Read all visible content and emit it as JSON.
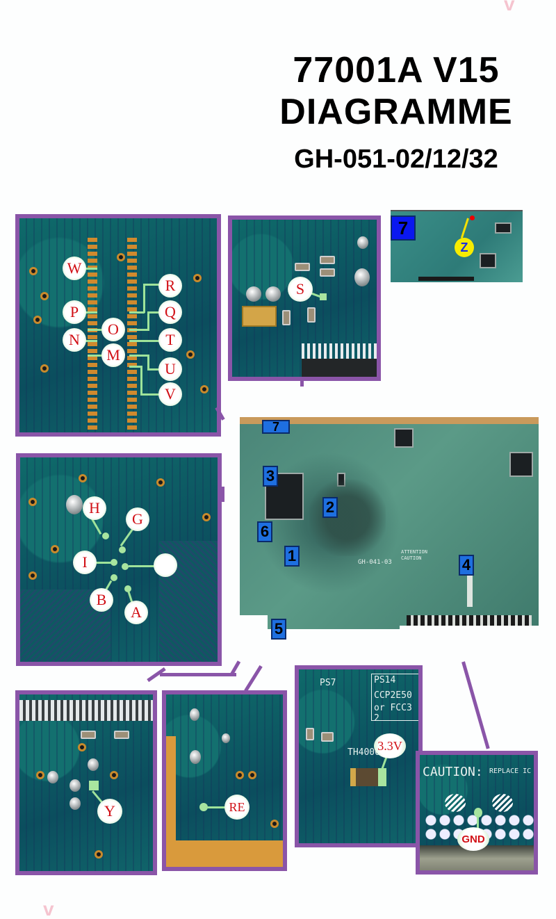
{
  "title": {
    "line1": "77001A V15",
    "line2": "DIAGRAMME",
    "line3": "GH-051-02/12/32"
  },
  "inset_thumb": {
    "number": "7",
    "point": "Z"
  },
  "panel_ram": {
    "left_labels": [
      "W",
      "P",
      "N"
    ],
    "center_labels": [
      "O",
      "M"
    ],
    "right_labels": [
      "R",
      "Q",
      "T",
      "U",
      "V"
    ]
  },
  "panel_s": {
    "label": "S"
  },
  "panel_cluster": {
    "labels": [
      "H",
      "G",
      "I",
      "B",
      "A"
    ],
    "blank_label": ""
  },
  "main_board": {
    "markers": [
      "7",
      "3",
      "2",
      "6",
      "1",
      "4",
      "5"
    ],
    "silkscreen": [
      "GH-041-03",
      "ATTENTION",
      "CAUTION"
    ]
  },
  "panel_y": {
    "label": "Y"
  },
  "panel_re": {
    "label": "RE"
  },
  "panel_power": {
    "label": "3.3V",
    "silk": [
      "PS7",
      "PS14",
      "CCP2E50",
      "or FCC3 2",
      "TH4000"
    ]
  },
  "panel_gnd": {
    "label": "GND",
    "silk": [
      "CAUTION:",
      "REPLACE IC"
    ]
  },
  "colors": {
    "frame": "#8a55a8",
    "pcb": "#0e5f63",
    "label_text": "#d10f15",
    "label_fill": "#ffffff",
    "lead": "#9fe39a",
    "marker": "#1e6fe0"
  }
}
